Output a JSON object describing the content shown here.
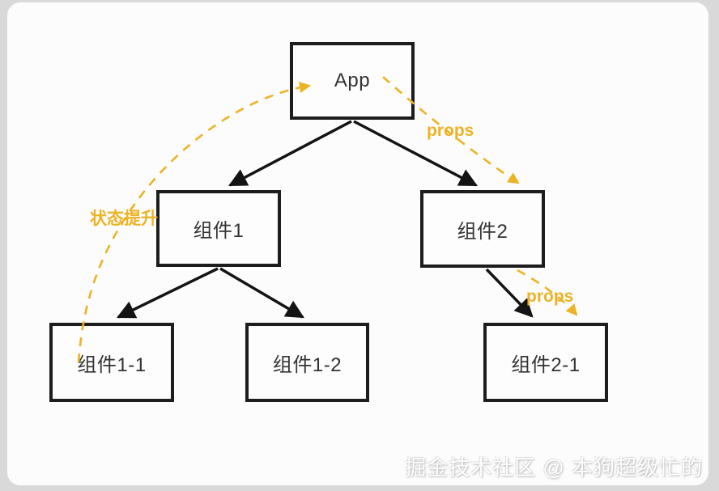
{
  "diagram": {
    "title_hint": "component-tree props / state-lifting diagram",
    "nodes": {
      "app": "App",
      "comp1": "组件1",
      "comp2": "组件2",
      "comp1_1": "组件1-1",
      "comp1_2": "组件1-2",
      "comp2_1": "组件2-1"
    },
    "edge_labels": {
      "props_top": "props",
      "props_bottom": "props",
      "state_lift": "状态提升"
    },
    "edges": {
      "solid_black": [
        "App -> 组件1",
        "App -> 组件2",
        "组件1 -> 组件1-1",
        "组件1 -> 组件1-2",
        "组件2 -> 组件2-1"
      ],
      "dashed_yellow": [
        "App -> 组件2 (props)",
        "组件2 -> 组件2-1 (props)",
        "组件1-1 -> App (状态提升)"
      ]
    },
    "colors": {
      "accent_yellow": "#ecb325",
      "node_border": "#1d1d1d",
      "arrow_black": "#141414",
      "canvas_bg": "#fcfcfc",
      "outer_bg": "#d9d9d9"
    }
  },
  "watermark": "掘金技术社区 @ 本狗超级忙的"
}
